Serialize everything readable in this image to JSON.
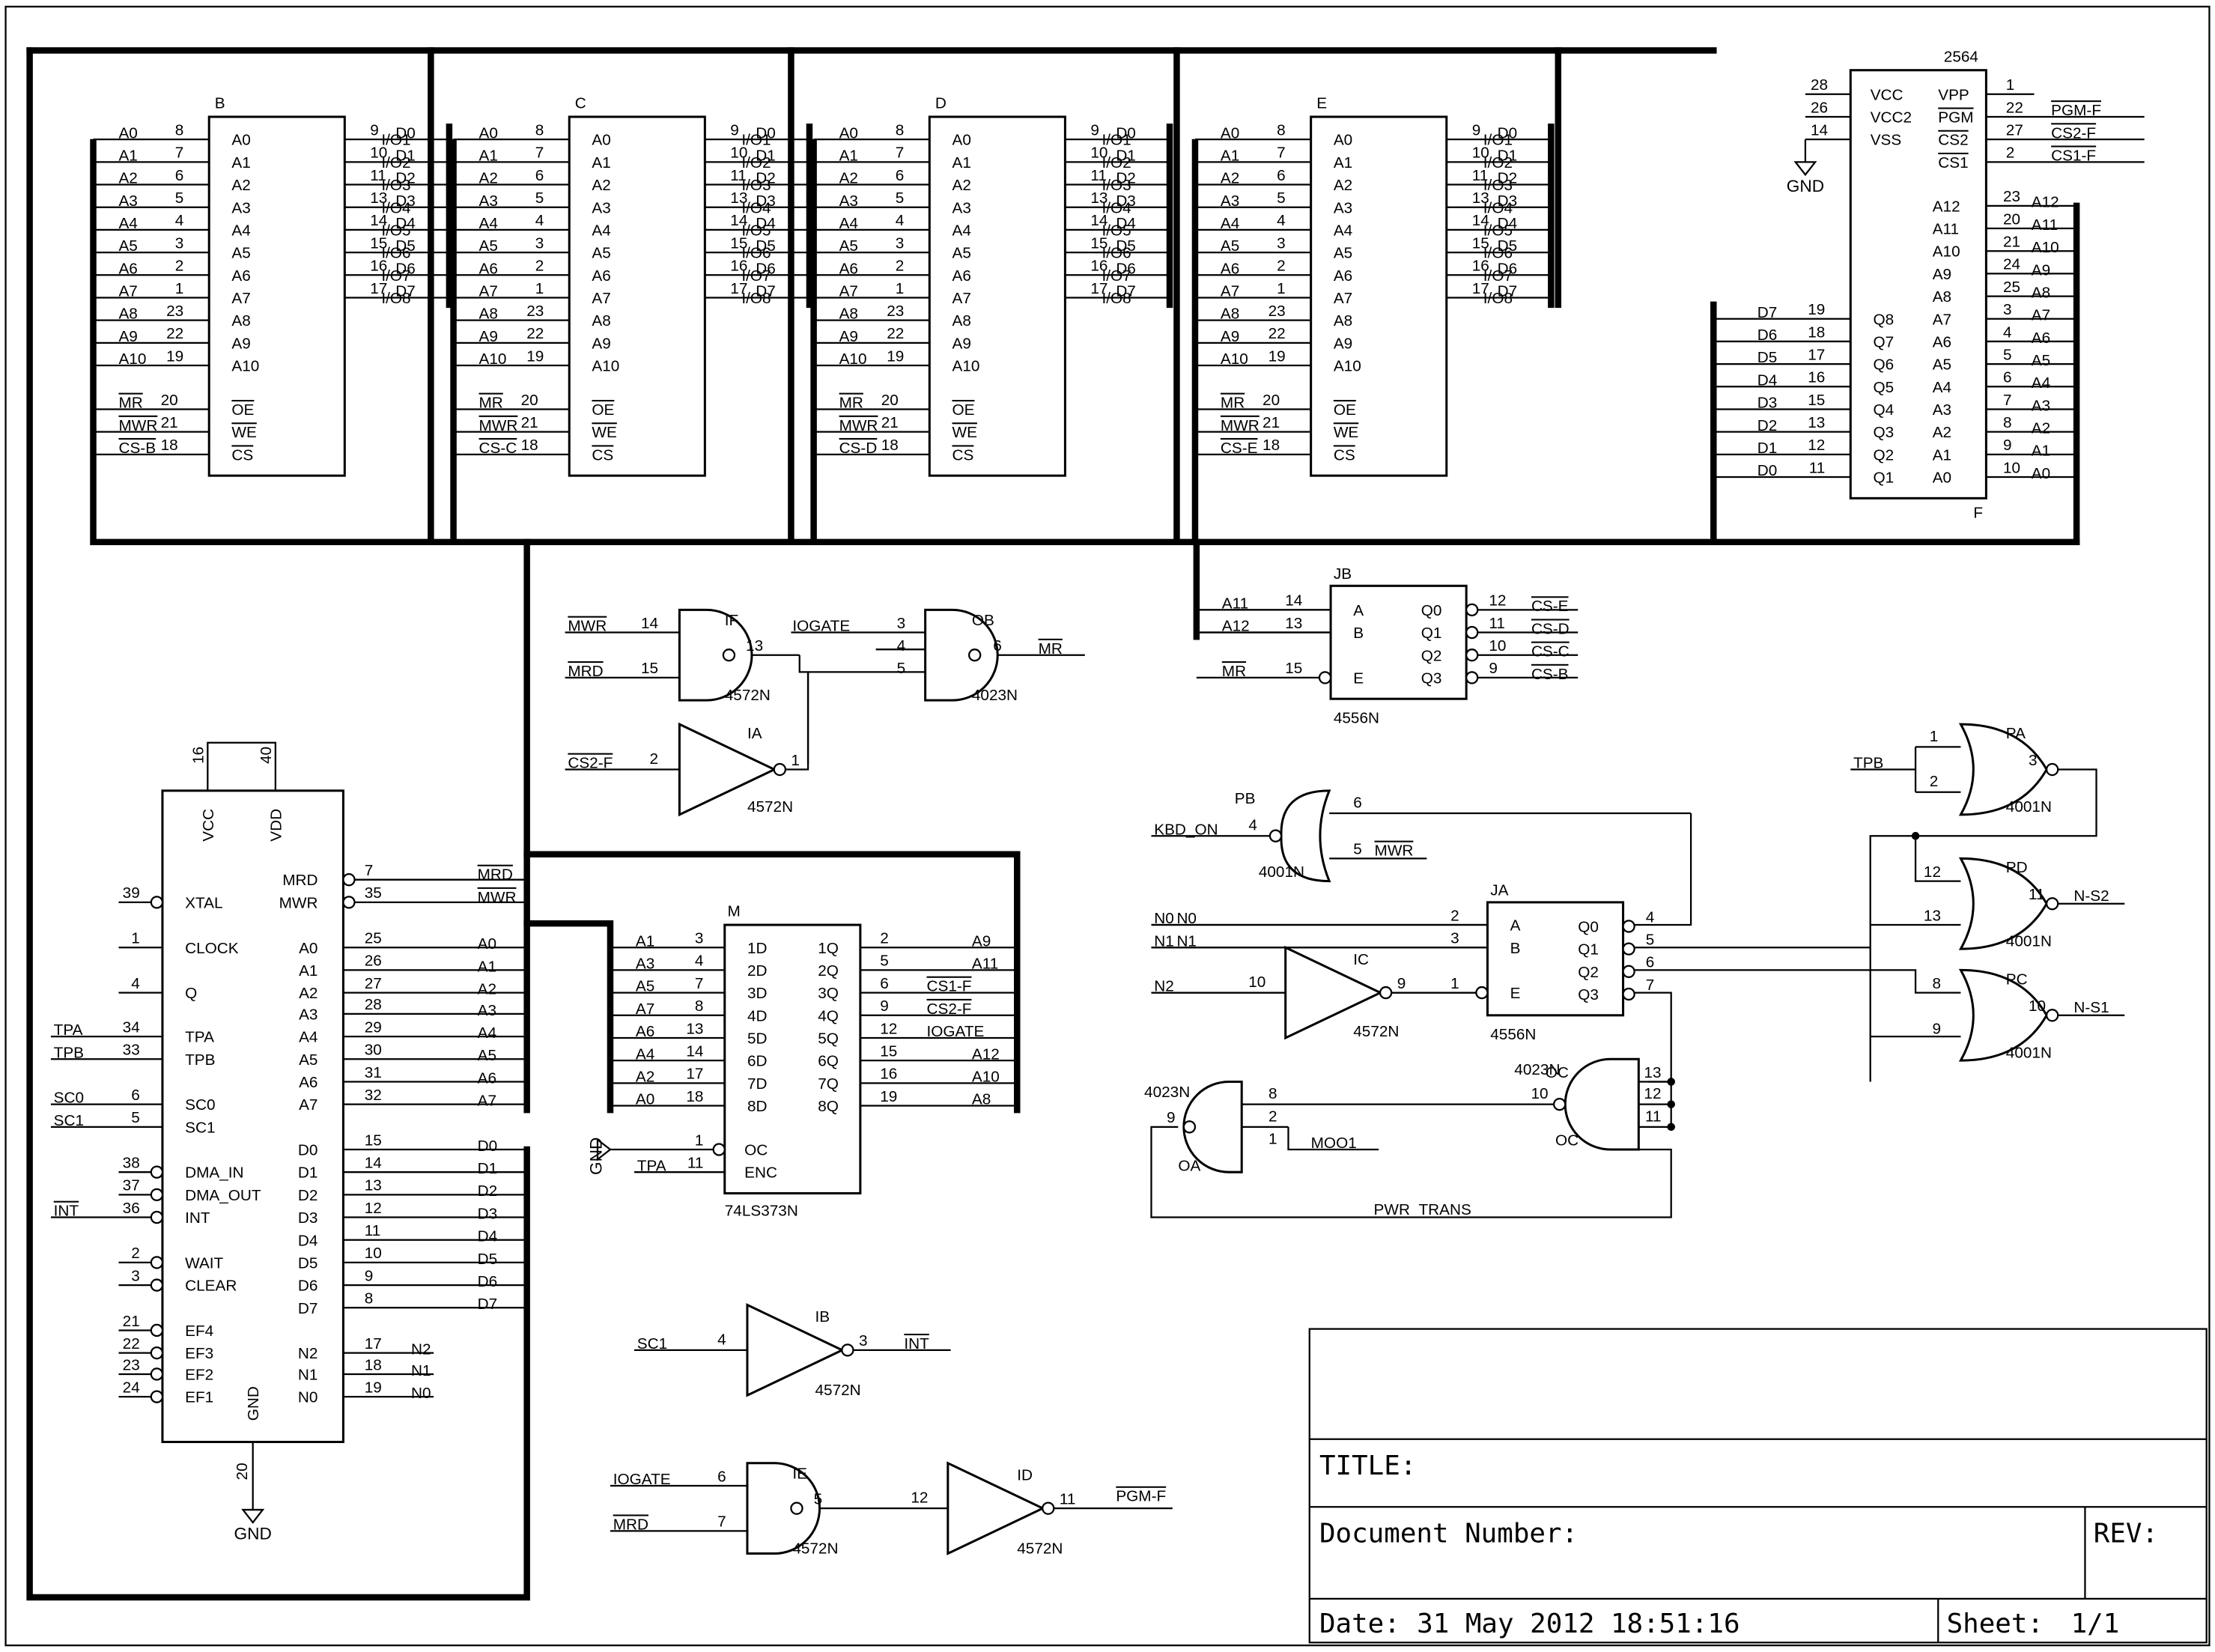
{
  "ram_pins": {
    "left_names": [
      "A0",
      "A1",
      "A2",
      "A3",
      "A4",
      "A5",
      "A6",
      "A7",
      "A8",
      "A9",
      "A10"
    ],
    "left_numbers": [
      "8",
      "7",
      "6",
      "5",
      "4",
      "3",
      "2",
      "1",
      "23",
      "22",
      "19"
    ],
    "right_names": [
      "I/O1",
      "I/O2",
      "I/O3",
      "I/O4",
      "I/O5",
      "I/O6",
      "I/O7",
      "I/O8"
    ],
    "right_numbers": [
      "9",
      "10",
      "11",
      "13",
      "14",
      "15",
      "16",
      "17"
    ],
    "data_nets": [
      "D0",
      "D1",
      "D2",
      "D3",
      "D4",
      "D5",
      "D6",
      "D7"
    ],
    "ctrl_names": [
      "OE",
      "WE",
      "CS"
    ],
    "ctrl_numbers": [
      "20",
      "21",
      "18"
    ],
    "ctrl_nets": [
      "MR",
      "MWR"
    ]
  },
  "ram_chips": [
    {
      "ref": "B",
      "cs_net": "CS-B"
    },
    {
      "ref": "C",
      "cs_net": "CS-C"
    },
    {
      "ref": "D",
      "cs_net": "CS-D"
    },
    {
      "ref": "E",
      "cs_net": "CS-E"
    }
  ],
  "eprom": {
    "part": "2564",
    "ref": "F",
    "gnd": "GND",
    "top_left": [
      {
        "name": "VCC",
        "num": "28"
      },
      {
        "name": "VCC2",
        "num": "26"
      },
      {
        "name": "VSS",
        "num": "14"
      }
    ],
    "top_right": [
      {
        "name": "VPP",
        "num": "1",
        "net": ""
      },
      {
        "name": "PGM",
        "num": "22",
        "net": "PGM-F"
      },
      {
        "name": "CS2",
        "num": "27",
        "net": "CS2-F"
      },
      {
        "name": "CS1",
        "num": "2",
        "net": "CS1-F"
      }
    ],
    "q_pins": [
      {
        "name": "Q8",
        "num": "19",
        "net": "D7"
      },
      {
        "name": "Q7",
        "num": "18",
        "net": "D6"
      },
      {
        "name": "Q6",
        "num": "17",
        "net": "D5"
      },
      {
        "name": "Q5",
        "num": "16",
        "net": "D4"
      },
      {
        "name": "Q4",
        "num": "15",
        "net": "D3"
      },
      {
        "name": "Q3",
        "num": "13",
        "net": "D2"
      },
      {
        "name": "Q2",
        "num": "12",
        "net": "D1"
      },
      {
        "name": "Q1",
        "num": "11",
        "net": "D0"
      }
    ],
    "a_pins": [
      {
        "name": "A12",
        "num": "23",
        "net": "A12"
      },
      {
        "name": "A11",
        "num": "20",
        "net": "A11"
      },
      {
        "name": "A10",
        "num": "21",
        "net": "A10"
      },
      {
        "name": "A9",
        "num": "24",
        "net": "A9"
      },
      {
        "name": "A8",
        "num": "25",
        "net": "A8"
      },
      {
        "name": "A7",
        "num": "3",
        "net": "A7"
      },
      {
        "name": "A6",
        "num": "4",
        "net": "A6"
      },
      {
        "name": "A5",
        "num": "5",
        "net": "A5"
      },
      {
        "name": "A4",
        "num": "6",
        "net": "A4"
      },
      {
        "name": "A3",
        "num": "7",
        "net": "A3"
      },
      {
        "name": "A2",
        "num": "8",
        "net": "A2"
      },
      {
        "name": "A1",
        "num": "9",
        "net": "A1"
      },
      {
        "name": "A0",
        "num": "10",
        "net": "A0"
      }
    ]
  },
  "jb": {
    "ref": "JB",
    "part": "4556N",
    "inputs": [
      {
        "name": "A",
        "num": "14",
        "net": "A11"
      },
      {
        "name": "B",
        "num": "13",
        "net": "A12"
      },
      {
        "name": "E",
        "num": "15",
        "net": "MR"
      }
    ],
    "outputs": [
      {
        "name": "Q0",
        "num": "12",
        "net": "CS-E"
      },
      {
        "name": "Q1",
        "num": "11",
        "net": "CS-D"
      },
      {
        "name": "Q2",
        "num": "10",
        "net": "CS-C"
      },
      {
        "name": "Q3",
        "num": "9",
        "net": "CS-B"
      }
    ]
  },
  "ja": {
    "ref": "JA",
    "part": "4556N",
    "inputs": [
      {
        "name": "A",
        "num": "2",
        "net": "N0"
      },
      {
        "name": "B",
        "num": "3",
        "net": "N1"
      },
      {
        "name": "E",
        "num": "1",
        "net": ""
      }
    ],
    "outputs": [
      {
        "name": "Q0",
        "num": "4"
      },
      {
        "name": "Q1",
        "num": "5"
      },
      {
        "name": "Q2",
        "num": "6"
      },
      {
        "name": "Q3",
        "num": "7"
      }
    ]
  },
  "gates": {
    "IF": {
      "ref": "IF",
      "part": "4572N",
      "in1": "14",
      "in2": "15",
      "out": "13",
      "net1": "MWR",
      "net2": "MRD"
    },
    "OB": {
      "ref": "OB",
      "part": "4023N",
      "in1": "3",
      "in2": "4",
      "in3": "5",
      "out": "6",
      "net_in": "IOGATE",
      "net_out": "MR"
    },
    "IA": {
      "ref": "IA",
      "part": "4572N",
      "in": "2",
      "out": "1",
      "net_in": "CS2-F"
    },
    "IB": {
      "ref": "IB",
      "part": "4572N",
      "in": "4",
      "out": "3",
      "net_in": "SC1",
      "net_out": "INT"
    },
    "IE": {
      "ref": "IE",
      "part": "4572N",
      "in1": "6",
      "in2": "7",
      "out": "5",
      "net1": "IOGATE",
      "net2": "MRD"
    },
    "ID": {
      "ref": "ID",
      "part": "4572N",
      "in": "12",
      "out": "11",
      "net_out": "PGM-F"
    },
    "PB": {
      "ref": "PB",
      "part": "4001N",
      "in1": "4",
      "in2": "5",
      "out": "6",
      "net1": "KBD_ON",
      "net2": "MWR"
    },
    "IC": {
      "ref": "IC",
      "part": "4572N",
      "in": "10",
      "out": "9",
      "net_in": "N2"
    },
    "PA": {
      "ref": "PA",
      "part": "4001N",
      "in1": "1",
      "in2": "2",
      "out": "3",
      "net_in": "TPB"
    },
    "PD": {
      "ref": "PD",
      "part": "4001N",
      "in1": "12",
      "in2": "13",
      "out": "11",
      "net_out": "N-S2"
    },
    "PC": {
      "ref": "PC",
      "part": "4001N",
      "in1": "8",
      "in2": "9",
      "out": "10",
      "net_out": "N-S1"
    },
    "OC": {
      "ref": "OC",
      "part": "4023N",
      "in1": "13",
      "in2": "12",
      "in3": "11",
      "out": "10"
    },
    "OA": {
      "ref": "OA",
      "part": "4023N",
      "in1": "8",
      "in2": "2",
      "in3": "1",
      "out": "9",
      "net_in": "MOO1",
      "net_loop": "PWR_TRANS"
    }
  },
  "latch": {
    "ref": "M",
    "part": "74LS373N",
    "in_names": [
      "1D",
      "2D",
      "3D",
      "4D",
      "5D",
      "6D",
      "7D",
      "8D"
    ],
    "in_nums": [
      "3",
      "4",
      "7",
      "8",
      "13",
      "14",
      "17",
      "18"
    ],
    "in_nets": [
      "A1",
      "A3",
      "A5",
      "A7",
      "A6",
      "A4",
      "A2",
      "A0"
    ],
    "out_names": [
      "1Q",
      "2Q",
      "3Q",
      "4Q",
      "5Q",
      "6Q",
      "7Q",
      "8Q"
    ],
    "out_nums": [
      "2",
      "5",
      "6",
      "9",
      "12",
      "15",
      "16",
      "19"
    ],
    "out_nets": [
      "A9",
      "A11",
      "CS1-F",
      "CS2-F",
      "IOGATE",
      "A12",
      "A10",
      "A8"
    ],
    "oc": {
      "name": "OC",
      "num": "1",
      "net": "GND"
    },
    "enc": {
      "name": "ENC",
      "num": "11",
      "net": "TPA"
    }
  },
  "cpu": {
    "top_pins": [
      {
        "name": "VCC",
        "num": "16"
      },
      {
        "name": "VDD",
        "num": "40"
      }
    ],
    "left_pins": [
      {
        "name": "XTAL",
        "num": "39",
        "net": ""
      },
      {
        "name": "CLOCK",
        "num": "1",
        "net": ""
      },
      {
        "name": "Q",
        "num": "4",
        "net": ""
      },
      {
        "name": "TPA",
        "num": "34",
        "net": "TPA"
      },
      {
        "name": "TPB",
        "num": "33",
        "net": "TPB"
      },
      {
        "name": "SC0",
        "num": "6",
        "net": "SC0"
      },
      {
        "name": "SC1",
        "num": "5",
        "net": "SC1"
      },
      {
        "name": "DMA_IN",
        "num": "38",
        "net": ""
      },
      {
        "name": "DMA_OUT",
        "num": "37",
        "net": ""
      },
      {
        "name": "INT",
        "num": "36",
        "net": "INT"
      },
      {
        "name": "WAIT",
        "num": "2",
        "net": ""
      },
      {
        "name": "CLEAR",
        "num": "3",
        "net": ""
      },
      {
        "name": "EF4",
        "num": "21",
        "net": ""
      },
      {
        "name": "EF3",
        "num": "22",
        "net": ""
      },
      {
        "name": "EF2",
        "num": "23",
        "net": ""
      },
      {
        "name": "EF1",
        "num": "24",
        "net": ""
      }
    ],
    "right_pins": [
      {
        "name": "MRD",
        "num": "7",
        "net": "MRD"
      },
      {
        "name": "MWR",
        "num": "35",
        "net": "MWR"
      },
      {
        "name": "A0",
        "num": "25",
        "net": "A0"
      },
      {
        "name": "A1",
        "num": "26",
        "net": "A1"
      },
      {
        "name": "A2",
        "num": "27",
        "net": "A2"
      },
      {
        "name": "A3",
        "num": "28",
        "net": "A3"
      },
      {
        "name": "A4",
        "num": "29",
        "net": "A4"
      },
      {
        "name": "A5",
        "num": "30",
        "net": "A5"
      },
      {
        "name": "A6",
        "num": "31",
        "net": "A6"
      },
      {
        "name": "A7",
        "num": "32",
        "net": "A7"
      },
      {
        "name": "D0",
        "num": "15",
        "net": "D0"
      },
      {
        "name": "D1",
        "num": "14",
        "net": "D1"
      },
      {
        "name": "D2",
        "num": "13",
        "net": "D2"
      },
      {
        "name": "D3",
        "num": "12",
        "net": "D3"
      },
      {
        "name": "D4",
        "num": "11",
        "net": "D4"
      },
      {
        "name": "D5",
        "num": "10",
        "net": "D5"
      },
      {
        "name": "D6",
        "num": "9",
        "net": "D6"
      },
      {
        "name": "D7",
        "num": "8",
        "net": "D7"
      },
      {
        "name": "N2",
        "num": "17",
        "net": "N2"
      },
      {
        "name": "N1",
        "num": "18",
        "net": "N1"
      },
      {
        "name": "N0",
        "num": "19",
        "net": "N0"
      }
    ],
    "gnd": {
      "name": "GND",
      "num": "20",
      "label": "GND"
    }
  },
  "title_block": {
    "title_label": "TITLE:",
    "docnum_label": "Document Number:",
    "rev_label": "REV:",
    "date_label": "Date:",
    "date_value": "31 May 2012 18:51:16",
    "sheet_label": "Sheet:",
    "sheet_value": "1/1"
  }
}
